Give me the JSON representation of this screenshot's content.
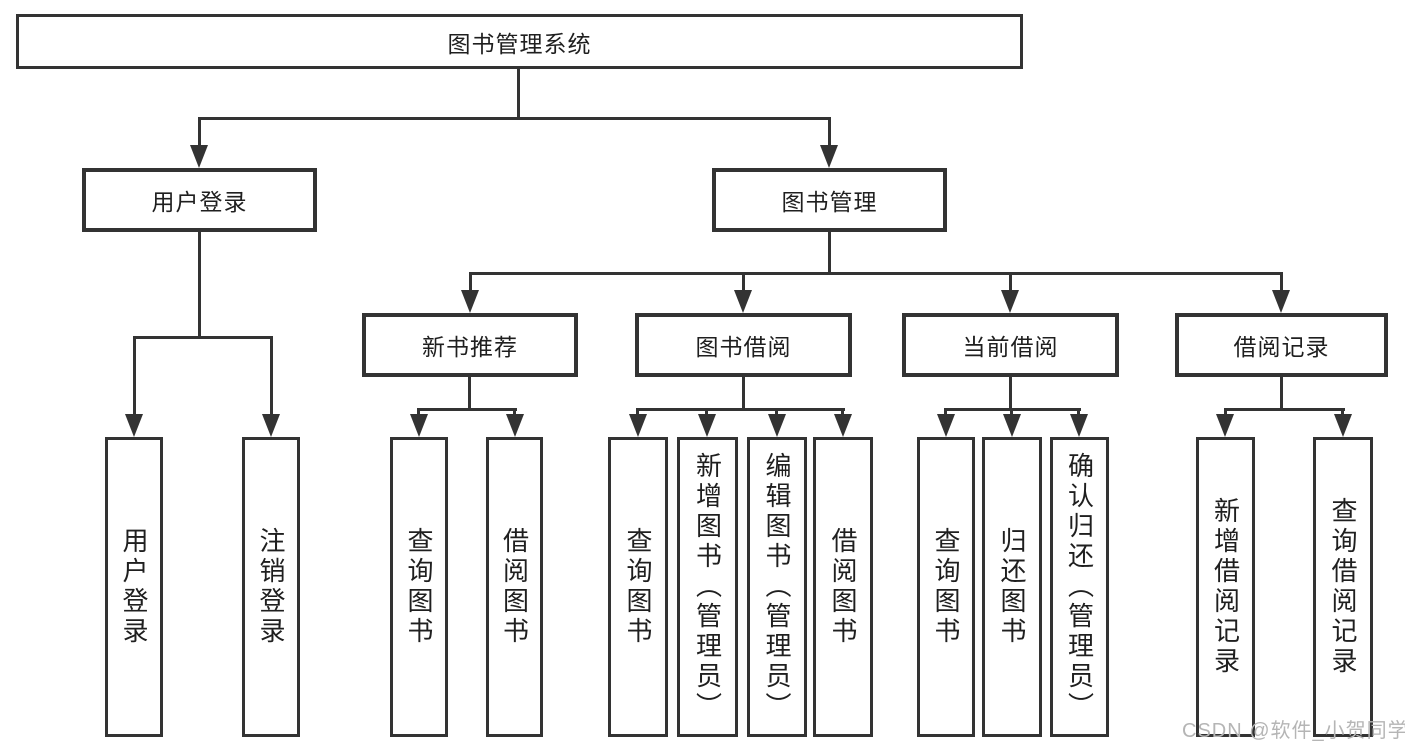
{
  "title": {
    "label": "图书管理系统"
  },
  "nodes": {
    "user_login": "用户登录",
    "book_management": "图书管理",
    "new_book_recommend": "新书推荐",
    "book_borrow": "图书借阅",
    "current_borrow": "当前借阅",
    "borrow_records": "借阅记录"
  },
  "leaves": {
    "user_login": [
      "用户登录",
      "注销登录"
    ],
    "new_book_recommend": [
      "查询图书",
      "借阅图书"
    ],
    "book_borrow": [
      "查询图书",
      "新增图书（管理员）",
      "编辑图书（管理员）",
      "借阅图书"
    ],
    "current_borrow": [
      "查询图书",
      "归还图书",
      "确认归还（管理员）"
    ],
    "borrow_records": [
      "新增借阅记录",
      "查询借阅记录"
    ]
  },
  "watermark": "CSDN @软件_小贺同学",
  "colors": {
    "line": "#333333",
    "text": "#1f1f1f",
    "background": "#ffffff",
    "watermark": "#b5b5b5"
  }
}
